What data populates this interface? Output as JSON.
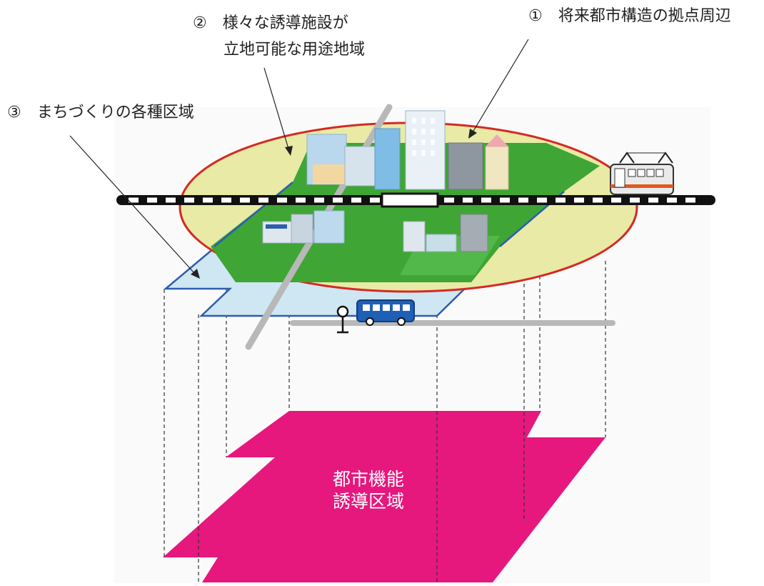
{
  "labels": {
    "base_center": "①　将来都市構造の拠点周辺",
    "use_zone_line1": "②　様々な誘導施設が",
    "use_zone_line2": "立地可能な用途地域",
    "planning_areas": "③　まちづくりの各種区域"
  },
  "induction_zone": {
    "line1": "都市機能",
    "line2": "誘導区域"
  },
  "colors": {
    "induction_zone": "#e6177d",
    "base_ellipse_fill": "#e8eaa6",
    "base_ellipse_border": "#d42a23",
    "use_zone_green": "#3fa535",
    "planning_area_fill": "#cfe6f3",
    "planning_area_border": "#2e5db0",
    "road": "#b8b8b8",
    "bus": "#1f5fb5",
    "train_stripe": "#e05a1e"
  }
}
